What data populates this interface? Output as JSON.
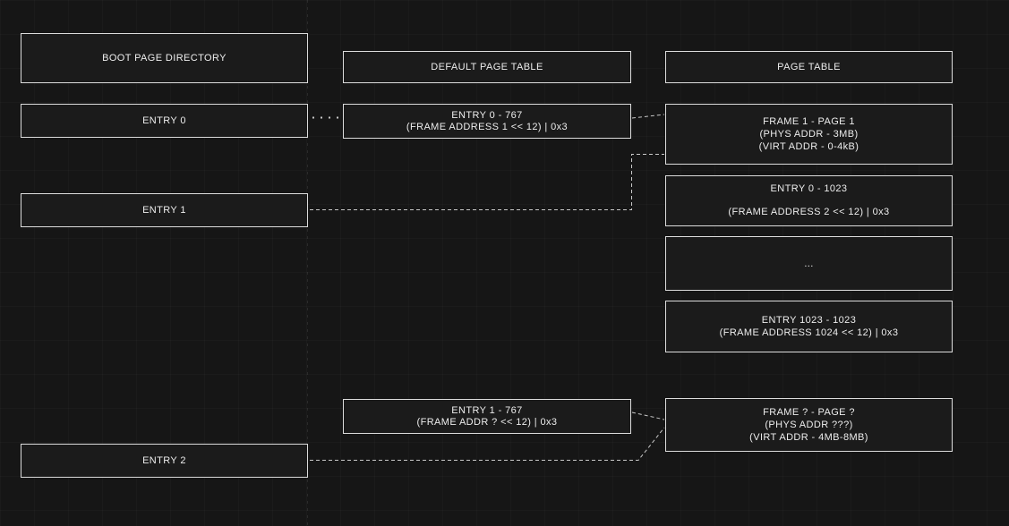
{
  "diagram": {
    "boot": {
      "title": "BOOT PAGE DIRECTORY",
      "entry0": "ENTRY 0",
      "entry1": "ENTRY 1",
      "entry2": "ENTRY 2"
    },
    "default_table": {
      "title": "DEFAULT PAGE TABLE",
      "entry0": {
        "l1": "ENTRY 0 - 767",
        "l2": "(FRAME ADDRESS 1 << 12) | 0x3"
      },
      "entry1": {
        "l1": "ENTRY 1 - 767",
        "l2": "(FRAME ADDR ? << 12) | 0x3"
      }
    },
    "page_table": {
      "title": "PAGE TABLE",
      "frame1": {
        "l1": "FRAME 1 - PAGE 1",
        "l2": "(PHYS ADDR - 3MB)",
        "l3": "(VIRT ADDR - 0-4kB)"
      },
      "entry0": {
        "l1": "ENTRY 0 - 1023",
        "l2": "(FRAME ADDRESS 2 << 12) | 0x3"
      },
      "ellipsis": "...",
      "entry1023": {
        "l1": "ENTRY 1023 - 1023",
        "l2": "(FRAME ADDRESS 1024 << 12) | 0x3"
      },
      "frame_unknown": {
        "l1": "FRAME ? - PAGE ?",
        "l2": "(PHYS ADDR ???)",
        "l3": "(VIRT ADDR - 4MB-8MB)"
      }
    }
  },
  "colors": {
    "background": "#161616",
    "box_fill": "#1b1b1b",
    "box_border": "#dcdcdc",
    "text": "#ededed",
    "connector": "#c8c8c8"
  }
}
